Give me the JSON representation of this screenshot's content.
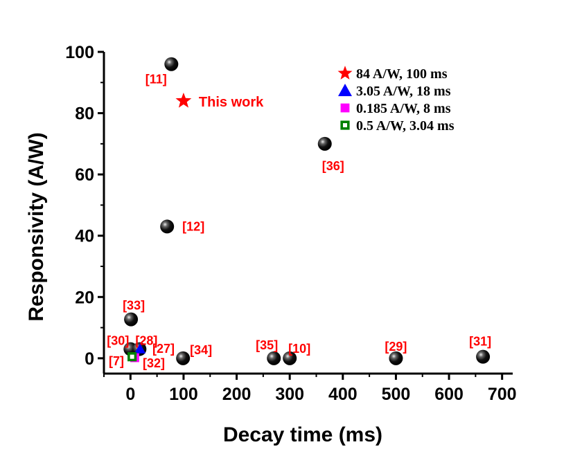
{
  "chart_data": {
    "type": "scatter",
    "title": "",
    "xlabel": "Decay time (ms)",
    "ylabel": "Responsivity (A/W)",
    "xlim": [
      -50,
      720
    ],
    "ylim": [
      -5,
      100
    ],
    "xticks": [
      0,
      100,
      200,
      300,
      400,
      500,
      600,
      700
    ],
    "yticks": [
      0,
      20,
      40,
      60,
      80,
      100
    ],
    "grid": false,
    "legend_position": "top-right",
    "literature": [
      {
        "ref": "[11]",
        "x": 77,
        "y": 96
      },
      {
        "ref": "[36]",
        "x": 366,
        "y": 70
      },
      {
        "ref": "[12]",
        "x": 69,
        "y": 43
      },
      {
        "ref": "[33]",
        "x": 1,
        "y": 12.7
      },
      {
        "ref": "[30]",
        "x": 0,
        "y": 3
      },
      {
        "ref": "[28]",
        "x": 17,
        "y": 3
      },
      {
        "ref": "[34]",
        "x": 99,
        "y": 0
      },
      {
        "ref": "[35]",
        "x": 270,
        "y": 0
      },
      {
        "ref": "[10]",
        "x": 300,
        "y": 0
      },
      {
        "ref": "[29]",
        "x": 500,
        "y": 0
      },
      {
        "ref": "[31]",
        "x": 664,
        "y": 0.5
      }
    ],
    "extra_labels": [
      "[27]",
      "[32]",
      "[7]"
    ],
    "annotation": "This work",
    "series": [
      {
        "name": "84 A/W, 100 ms",
        "marker": "star",
        "color": "#ff0000",
        "x": 100,
        "y": 84
      },
      {
        "name": "3.05 A/W, 18 ms",
        "marker": "triangle",
        "color": "#0000ff",
        "x": 18,
        "y": 3.05
      },
      {
        "name": "0.185 A/W, 8 ms",
        "marker": "square",
        "color": "#ff00ff",
        "x": 8,
        "y": 0.185
      },
      {
        "name": "0.5 A/W, 3.04 ms",
        "marker": "open-square",
        "color": "#008000",
        "x": 3.04,
        "y": 0.5
      }
    ]
  }
}
